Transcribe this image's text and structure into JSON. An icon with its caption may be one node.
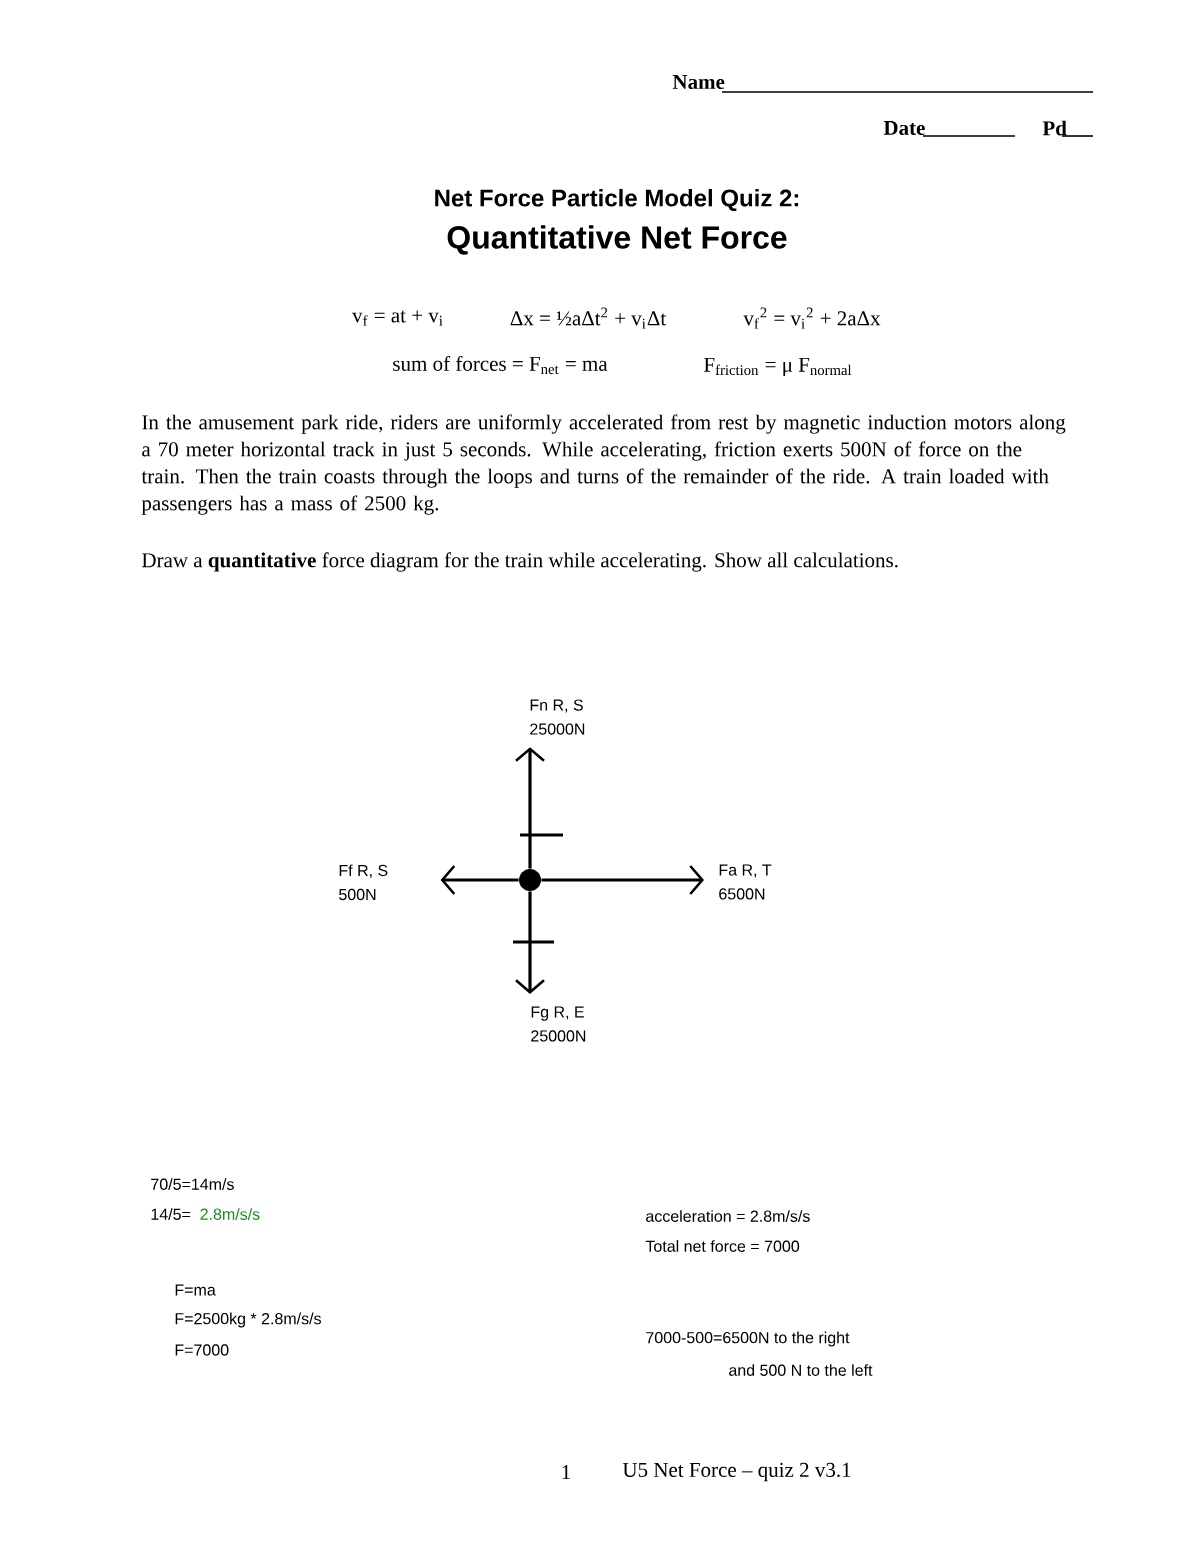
{
  "diagram": {
    "title": "Net Force Particle Model Quiz 2:",
    "nodes": [
      {
        "text": [],
        "shape": "circle"
      },
      {
        "text": [
          "Fn R, S",
          "25000N"
        ]
      },
      {
        "text": [
          "Ff R, S",
          "500N"
        ]
      },
      {
        "text": [
          "Fa R, T",
          "6500N"
        ]
      },
      {
        "text": [
          "Fg R, E",
          "25000N"
        ]
      }
    ],
    "edges": [
      {
        "from": 0,
        "to": 1,
        "arrow": "to"
      },
      {
        "from": 0,
        "to": 2,
        "arrow": "to"
      },
      {
        "from": 0,
        "to": 3,
        "arrow": "to"
      },
      {
        "from": 0,
        "to": 4,
        "arrow": "to"
      }
    ],
    "labels": [
      "Name",
      "Date",
      "Pd",
      "Quantitative Net Force",
      "v$_{f}$ = at + v$_{i}$",
      "Δx = ½aΔt$^{2}$ + v$_{i}$Δt",
      "v$_{f}$$^{2}$ = v$_{i}$$^{2}$ + 2aΔx",
      "sum of forces = F$_{net}$ = ma",
      "F$_{friction}$ = μ F$_{normal}$",
      "In the amusement park ride, riders are uniformly accelerated from rest by magnetic induction motors along a 70 meter horizontal track in just 5 seconds. While accelerating, friction exerts 500N of force on the train. Then the train coasts through the loops and turns of the remainder of the ride. A train loaded with passengers has a mass of 2500 kg.",
      "Draw a **quantitative** force diagram for the train while accelerating. Show all calculations.",
      "70/5=14m/s",
      "14/5=",
      "2.8m/s/s",
      "acceleration = 2.8m/s/s",
      "Total net force = 7000",
      "F=ma",
      "F=2500kg * 2.8m/s/s",
      "F=7000",
      "7000-500=6500N to the right",
      "and 500 N to the left",
      "1",
      "U5 Net Force – quiz 2 v3.1"
    ]
  }
}
